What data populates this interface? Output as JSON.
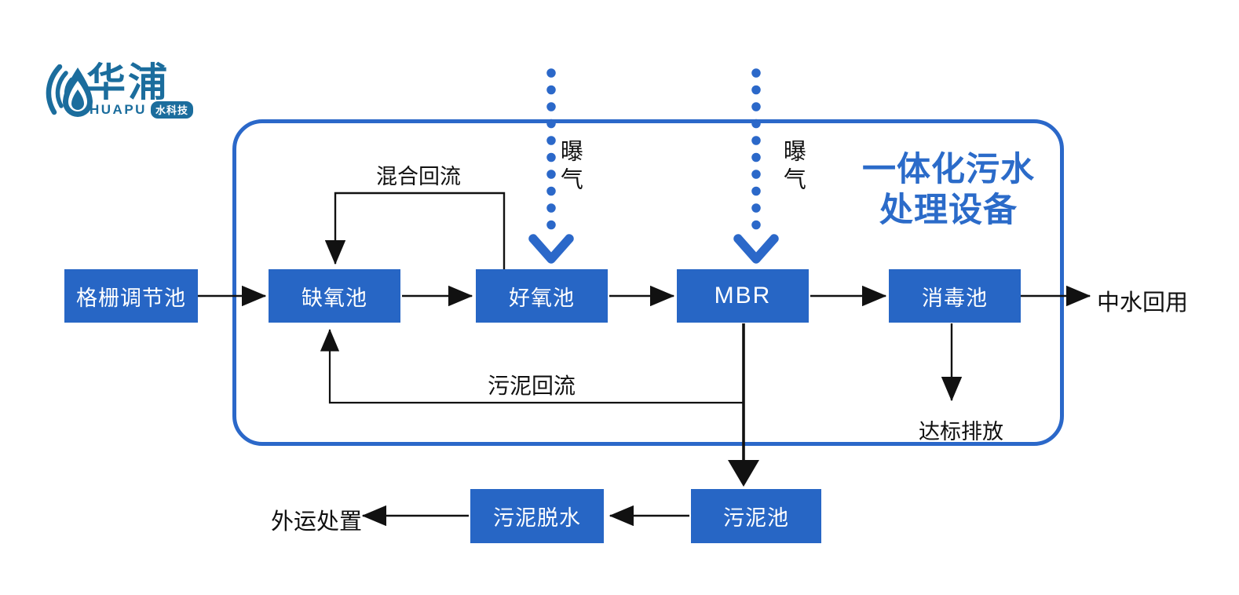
{
  "logo": {
    "company_cn": "华浦",
    "company_en": "HUAPU",
    "badge": "水科技"
  },
  "title": {
    "line1": "一体化污水",
    "line2": "处理设备"
  },
  "tanks": {
    "screen": "格栅调节池",
    "anoxic": "缺氧池",
    "aerobic": "好氧池",
    "mbr": "MBR",
    "disinfection": "消毒池",
    "dewatering": "污泥脱水",
    "sludge": "污泥池"
  },
  "flow_labels": {
    "mixed_reflux": "混合回流",
    "aeration_1": "曝气",
    "aeration_2": "曝气",
    "sludge_return": "污泥回流",
    "reuse": "中水回用",
    "discharge": "达标排放",
    "disposal": "外运处置"
  },
  "colors": {
    "box_blue": "#2766c5",
    "outline_blue": "#2b68c9",
    "title_blue": "#2b6bc9",
    "logo_blue": "#1b6d9d",
    "line_black": "#111111"
  }
}
